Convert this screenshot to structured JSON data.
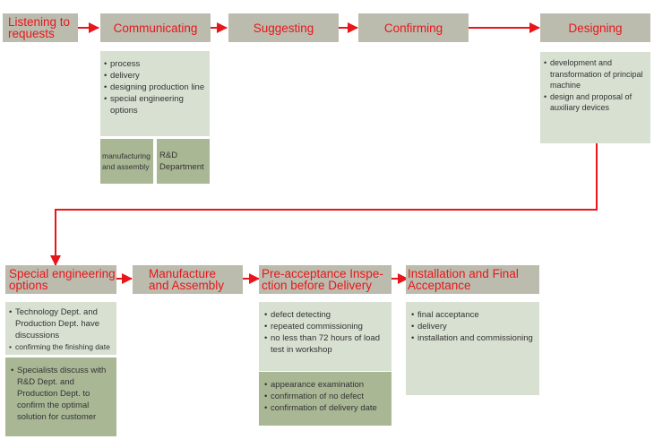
{
  "diagram_title": "",
  "colors": {
    "step_bg": "#bcbcae",
    "step_text": "#e8161b",
    "arrow": "#e8161b",
    "panel_light": "#d8e0d2",
    "panel_dark": "#aab795",
    "panel_text": "#333333"
  },
  "top_row": {
    "steps": [
      {
        "label": "Listening to\nrequests"
      },
      {
        "label": "Communicating"
      },
      {
        "label": "Suggesting"
      },
      {
        "label": "Confirming"
      },
      {
        "label": "Designing"
      }
    ],
    "communicating_details": {
      "items": [
        "process",
        "delivery",
        "designing production line",
        "special engineering options"
      ],
      "sub_boxes": [
        {
          "label": "manufacturing\nand assembly"
        },
        {
          "label": "R&D\nDepartment"
        }
      ]
    },
    "designing_details": {
      "items": [
        "development and transformation of principal machine",
        "design and proposal of auxiliary devices"
      ]
    }
  },
  "bottom_row": {
    "steps": [
      {
        "label": "Special engineering\noptions"
      },
      {
        "label": "Manufacture\nand Assembly"
      },
      {
        "label": "Pre-acceptance Inspe-\nction before Delivery"
      },
      {
        "label": "Installation and Final\nAcceptance"
      }
    ],
    "special_details": {
      "light_items": [
        "Technology Dept. and Production Dept. have discussions",
        "confirming the finishing date"
      ],
      "dark_items": [
        "Specialists discuss with R&D Dept. and Production Dept. to confirm the optimal solution for customer"
      ]
    },
    "inspection_details": {
      "light_items": [
        "defect detecting",
        "repeated commissioning",
        "no less than 72 hours of load test in workshop"
      ],
      "dark_items": [
        "appearance examination",
        "confirmation of no defect",
        "confirmation of delivery date"
      ]
    },
    "installation_details": {
      "items": [
        "final acceptance",
        "delivery",
        "installation and commissioning"
      ]
    }
  }
}
